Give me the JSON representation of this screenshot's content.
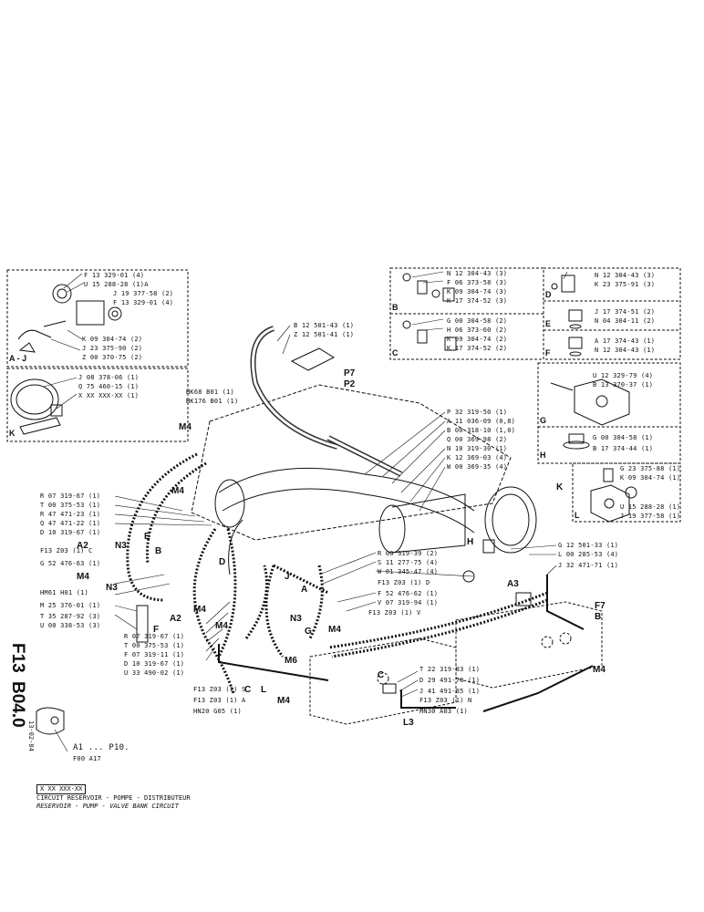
{
  "sheet": {
    "code_f": "F13",
    "code_b": "B04.0",
    "date": "13-02-84",
    "part_box": "X XX XXX-XX",
    "title_fr": "CIRCUIT RESERVOIR - POMPE - DISTRIBUTEUR",
    "title_en": "RESERVOIR - PUMP - VALVE BANK CIRCUIT"
  },
  "boxes": {
    "aj": {
      "label": "A - J",
      "parts": [
        "F 13 329-01 (4)",
        "U 15 288-28 (1)A",
        "J 19 377-58 (2)",
        "F 13 329-01 (4)",
        "K 09 304-74 (2)",
        "J 23 375-90 (2)",
        "Z 00 370-75 (2)"
      ]
    },
    "k": {
      "label": "K",
      "parts": [
        "J 08 378-06 (1)",
        "Q 75 460-15 (1)",
        "X XX XXX-XX (1)"
      ]
    },
    "b": {
      "label": "B",
      "parts": [
        "N 12 304-43 (3)",
        "F 06 373-58 (3)",
        "K 09 304-74 (3)",
        "K 17 374-52 (3)"
      ]
    },
    "c": {
      "label": "C",
      "parts": [
        "G 00 304-58 (2)",
        "H 06 373-60 (2)",
        "K 09 304-74 (2)",
        "K 17 374-52 (2)"
      ]
    },
    "d": {
      "label": "D",
      "parts": [
        "N 12 304-43 (3)",
        "K 23 375-91 (3)"
      ]
    },
    "e": {
      "label": "E",
      "parts": [
        "J 17 374-51 (2)",
        "N 04 304-11 (2)"
      ]
    },
    "f": {
      "label": "F",
      "parts": [
        "A 17 374-43 (1)",
        "N 12 304-43 (1)"
      ]
    },
    "g": {
      "label": "G",
      "parts": [
        "U 12 329-79 (4)",
        "B 13 370-37 (1)"
      ]
    },
    "h": {
      "label": "H",
      "parts": [
        "G 00 304-58 (1)",
        "B 17 374-44 (1)"
      ]
    },
    "l": {
      "label": "L",
      "parts": [
        "G 23 375-88 (1)",
        "K 09 304-74 (1)",
        "U 15 288-28 (1)",
        "J 19 377-58 (1)"
      ]
    }
  },
  "callouts": {
    "top": [
      "B 12 501-43 (1)",
      "Z 12 501-41 (1)"
    ],
    "hk": [
      "HK68  B01 (1)",
      "HK176  B01 (1)"
    ],
    "center": [
      "P 32 319-50 (1)",
      "A 11 036-09 (0,8)",
      "B 00 318-10 (1,0)",
      "Q 00 369-98 (2)",
      "N 10 319-30 (1)",
      "K 12 369-03 (4)",
      "W 00 369-35 (4)"
    ],
    "left": [
      "R 07 319-67 (1)",
      "T 00 375-53 (1)",
      "R 47 471-23 (1)",
      "Q 47 471-22 (1)",
      "D 10 319-67 (1)",
      "F13  Z03 (1) C",
      "G 52 476-63 (1)",
      "HM61  H01 (1)",
      "M 25 376-01 (1)",
      "T 35 287-92 (3)",
      "U 00 338-53 (3)"
    ],
    "lower_left": [
      "R 07 319-67 (1)",
      "T 00 375-53 (1)",
      "F 07 319-11 (1)",
      "D 10 319-67 (1)",
      "U 33 490-02 (1)"
    ],
    "right_mid": [
      "R 00 319-39 (2)",
      "S 11 277-75 (4)",
      "W 01 345-47 (4)",
      "F13  Z03 (1) D",
      "F 52 476-62 (1)",
      "V 07 319-94 (1)",
      "F13  Z03 (1) V"
    ],
    "right_lower": [
      "G 12 501-33 (1)",
      "L 00 285-53 (4)",
      "J 32 471-71 (1)"
    ],
    "bottom": [
      "T 22 319-83 (1)",
      "D 29 491-78 (1)",
      "J 41 491-85 (1)",
      "F13  Z03 (1) N",
      "HN30  A03 (1)"
    ],
    "bottom_left": [
      "F13  Z03 (1) S",
      "F13  Z03 (1) A",
      "HN20  G05 (1)"
    ],
    "p10": [
      "A1 ... P10.",
      "F00  A17"
    ],
    "tags": [
      "P7",
      "P2",
      "M4",
      "M4",
      "M4",
      "M4",
      "M4",
      "M4",
      "M4",
      "M4",
      "A2",
      "A2",
      "N3",
      "N3",
      "N3",
      "E",
      "B",
      "D",
      "F",
      "J",
      "A",
      "G",
      "M6",
      "L",
      "C",
      "C",
      "H",
      "K",
      "A3",
      "F7",
      "B",
      "L3"
    ]
  }
}
